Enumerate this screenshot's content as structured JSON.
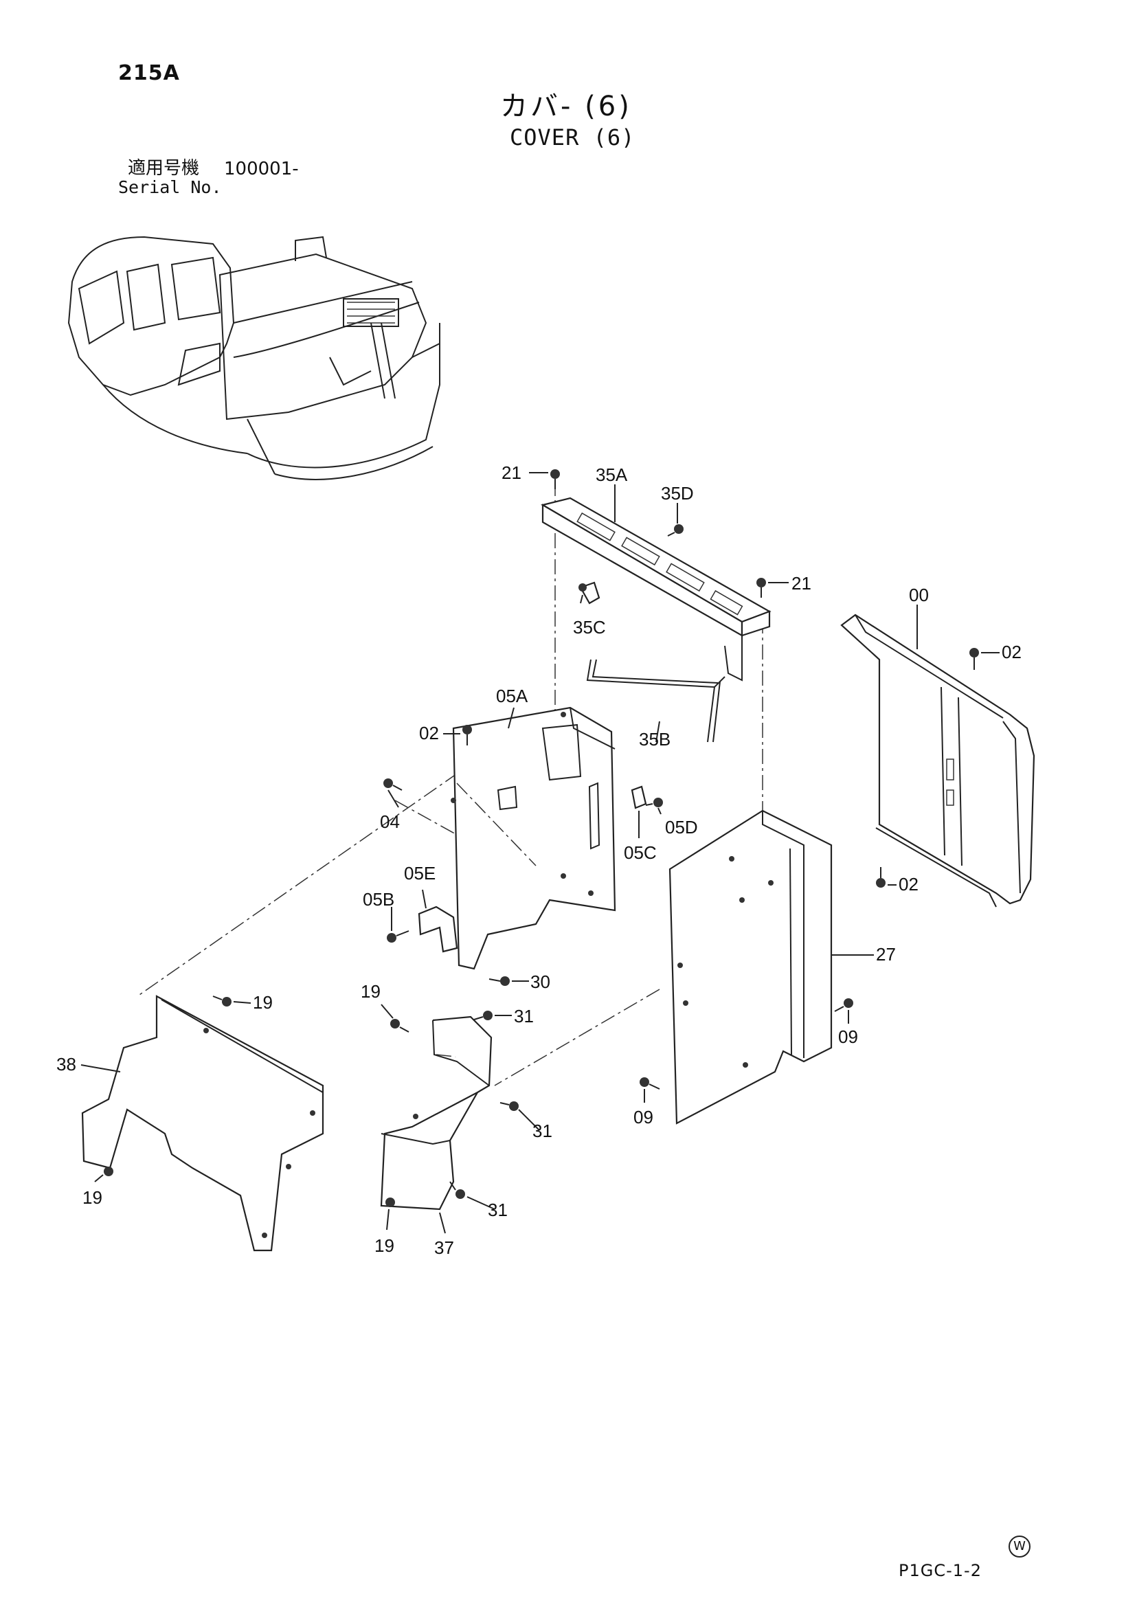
{
  "header": {
    "page_code": "215A",
    "title_jp": "カバ- (6)",
    "title_en": "COVER (6)",
    "serial_label_jp": "適用号機",
    "serial_value": "100001-",
    "serial_label_en": "Serial No."
  },
  "callouts": [
    "21",
    "35A",
    "35D",
    "21",
    "00",
    "35C",
    "02",
    "05A",
    "35B",
    "02",
    "04",
    "05D",
    "05C",
    "05E",
    "05B",
    "02",
    "30",
    "27",
    "19",
    "19",
    "31",
    "38",
    "09",
    "09",
    "31",
    "19",
    "31",
    "19",
    "37"
  ],
  "footer": {
    "watermark": "W",
    "drawing_code": "P1GC-1-2"
  }
}
